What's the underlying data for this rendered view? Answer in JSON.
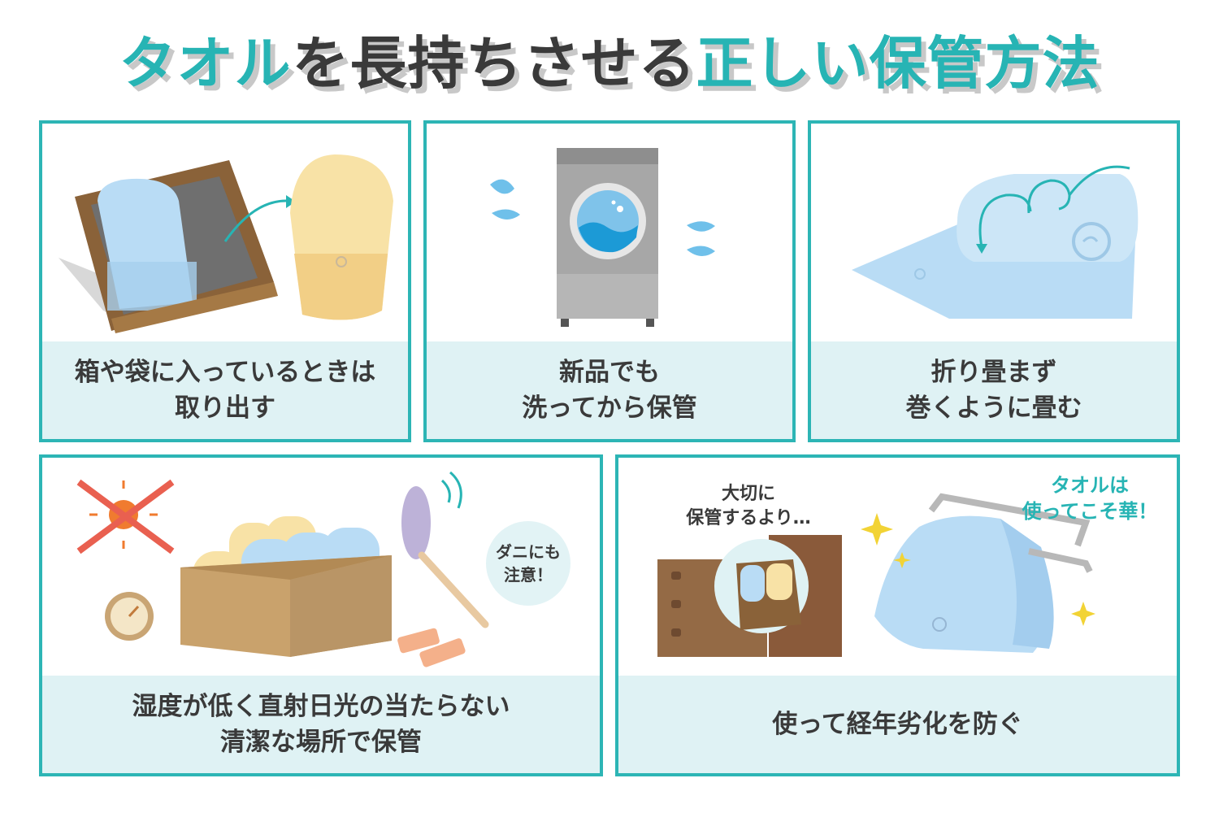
{
  "title": {
    "part1": "タオル",
    "part2": "を長持ちさせる",
    "part3": "正しい保管方法"
  },
  "panels": [
    {
      "caption": [
        "箱や袋に入っているときは",
        "取り出す"
      ]
    },
    {
      "caption": [
        "新品でも",
        "洗ってから保管"
      ]
    },
    {
      "caption": [
        "折り畳まず",
        "巻くように畳む"
      ]
    },
    {
      "caption": [
        "湿度が低く直射日光の当たらない",
        "清潔な場所で保管"
      ],
      "bubble": [
        "ダニにも",
        "注意！"
      ]
    },
    {
      "caption": [
        "使って経年劣化を防ぐ"
      ],
      "note_left": [
        "大切に",
        "保管するより…"
      ],
      "note_right": [
        "タオルは",
        "使ってこそ華！"
      ]
    }
  ],
  "colors": {
    "accent": "#2db5b5",
    "caption_bg": "#dff2f4",
    "towel_blue": "#b9dcf5",
    "towel_cream": "#f8e2a6"
  }
}
